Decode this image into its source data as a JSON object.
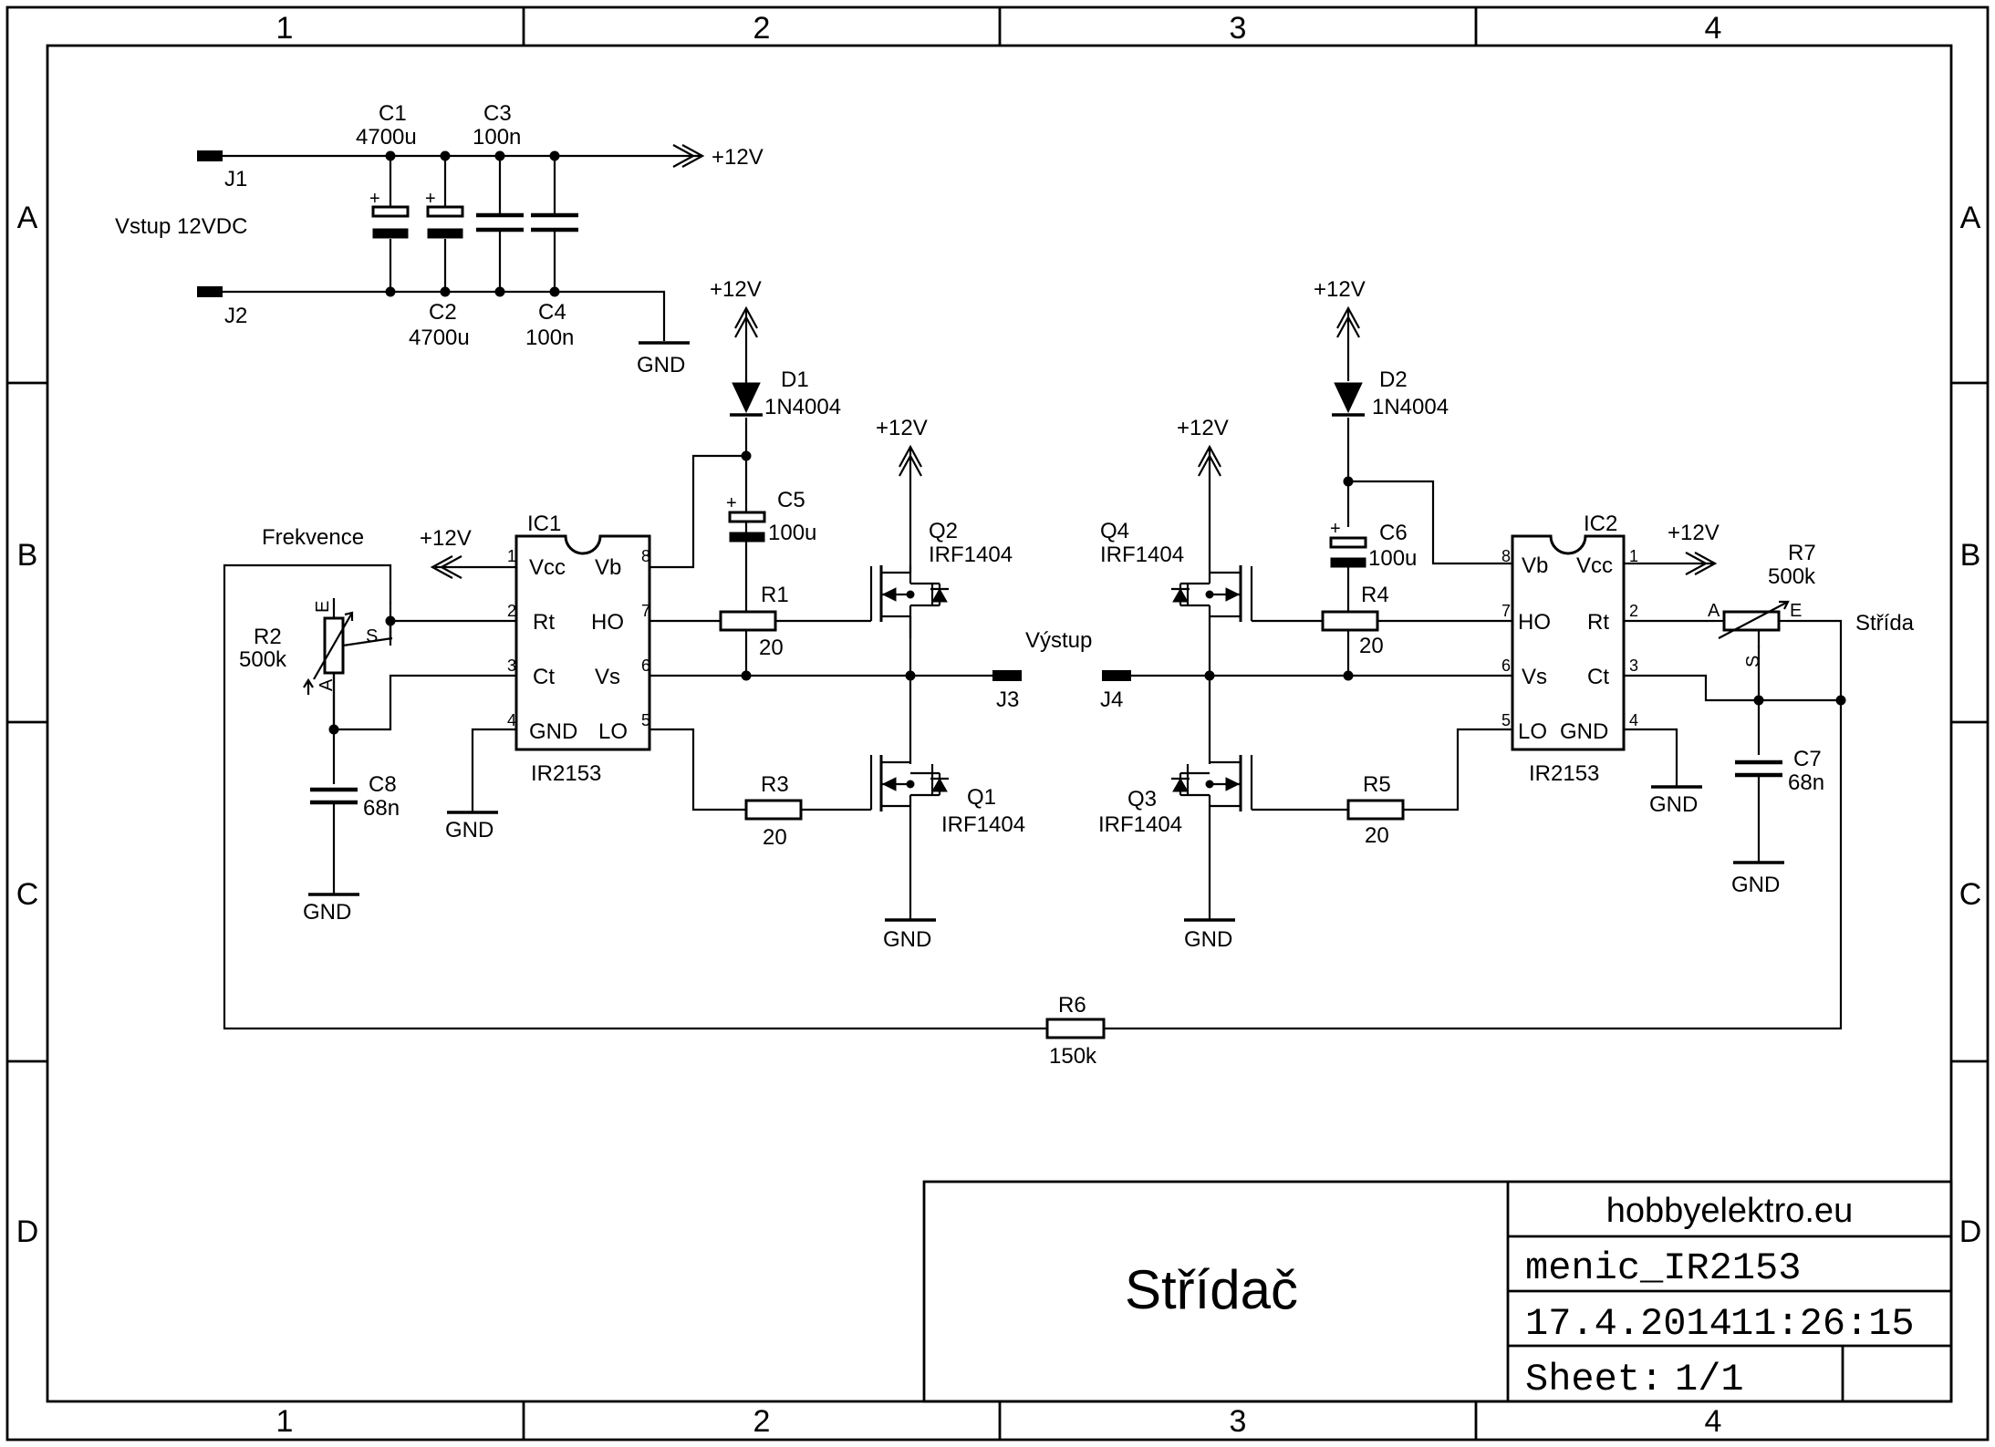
{
  "frame": {
    "columns": [
      "1",
      "2",
      "3",
      "4"
    ],
    "rows": [
      "A",
      "B",
      "C",
      "D"
    ]
  },
  "title_block": {
    "website": "hobbyelektro.eu",
    "title": "Střídač",
    "filename": "menic_IR2153",
    "date": "17.4.2014",
    "time": "11:26:15",
    "sheet_label": "Sheet:",
    "sheet_value": "1/1"
  },
  "labels": {
    "input": "Vstup 12VDC",
    "output": "Výstup",
    "frequency": "Frekvence",
    "duty": "Střída",
    "supply": "+12V",
    "ground": "GND"
  },
  "connectors": [
    "J1",
    "J2",
    "J3",
    "J4"
  ],
  "capacitors": [
    {
      "ref": "C1",
      "value": "4700u"
    },
    {
      "ref": "C2",
      "value": "4700u"
    },
    {
      "ref": "C3",
      "value": "100n"
    },
    {
      "ref": "C4",
      "value": "100n"
    },
    {
      "ref": "C5",
      "value": "100u"
    },
    {
      "ref": "C6",
      "value": "100u"
    },
    {
      "ref": "C7",
      "value": "68n"
    },
    {
      "ref": "C8",
      "value": "68n"
    }
  ],
  "diodes": [
    {
      "ref": "D1",
      "value": "1N4004"
    },
    {
      "ref": "D2",
      "value": "1N4004"
    }
  ],
  "resistors": [
    {
      "ref": "R1",
      "value": "20"
    },
    {
      "ref": "R2",
      "value": "500k"
    },
    {
      "ref": "R3",
      "value": "20"
    },
    {
      "ref": "R4",
      "value": "20"
    },
    {
      "ref": "R5",
      "value": "20"
    },
    {
      "ref": "R6",
      "value": "150k"
    },
    {
      "ref": "R7",
      "value": "500k"
    }
  ],
  "transistors": [
    {
      "ref": "Q1",
      "value": "IRF1404"
    },
    {
      "ref": "Q2",
      "value": "IRF1404"
    },
    {
      "ref": "Q3",
      "value": "IRF1404"
    },
    {
      "ref": "Q4",
      "value": "IRF1404"
    }
  ],
  "ics": [
    {
      "ref": "IC1",
      "value": "IR2153"
    },
    {
      "ref": "IC2",
      "value": "IR2153"
    }
  ],
  "ic_pins": {
    "vcc": "Vcc",
    "rt": "Rt",
    "ct": "Ct",
    "gnd": "GND",
    "vb": "Vb",
    "ho": "HO",
    "vs": "Vs",
    "lo": "LO",
    "n1": "1",
    "n2": "2",
    "n3": "3",
    "n4": "4",
    "n5": "5",
    "n6": "6",
    "n7": "7",
    "n8": "8"
  },
  "pot_pins": {
    "a": "A",
    "e": "E",
    "s": "S"
  }
}
